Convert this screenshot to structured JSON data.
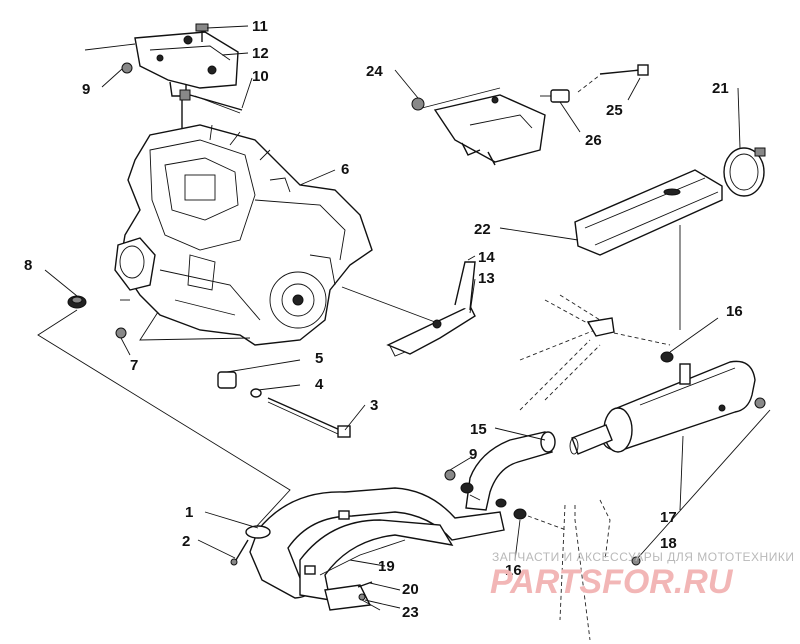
{
  "callouts": {
    "c1": "1",
    "c2": "2",
    "c3": "3",
    "c4": "4",
    "c5": "5",
    "c6": "6",
    "c7": "7",
    "c8": "8",
    "c9a": "9",
    "c9b": "9",
    "c10": "10",
    "c11": "11",
    "c12": "12",
    "c13": "13",
    "c14": "14",
    "c15": "15",
    "c16a": "16",
    "c16b": "16",
    "c17": "17",
    "c18": "18",
    "c19": "19",
    "c20": "20",
    "c21": "21",
    "c22": "22",
    "c23": "23",
    "c24": "24",
    "c25": "25",
    "c26": "26"
  },
  "watermark": {
    "subtitle": "ЗАПЧАСТИ И АКСЕССУАРЫ ДЛЯ МОТОТЕХНИКИ",
    "logo": "PARTSFOR.RU"
  }
}
